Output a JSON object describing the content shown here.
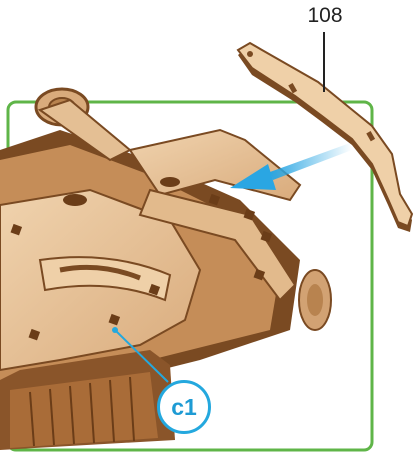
{
  "part_number": "108",
  "callout_label": "c1",
  "colors": {
    "frame_green": "#5fb548",
    "arrow_blue": "#2aa6e3",
    "wood_light": "#e9c79f",
    "wood_mid": "#d2a273",
    "wood_edge": "#7a4a22",
    "callout_blue": "#24a8de"
  },
  "icons": [
    "insert-arrow-icon",
    "leader-line"
  ]
}
